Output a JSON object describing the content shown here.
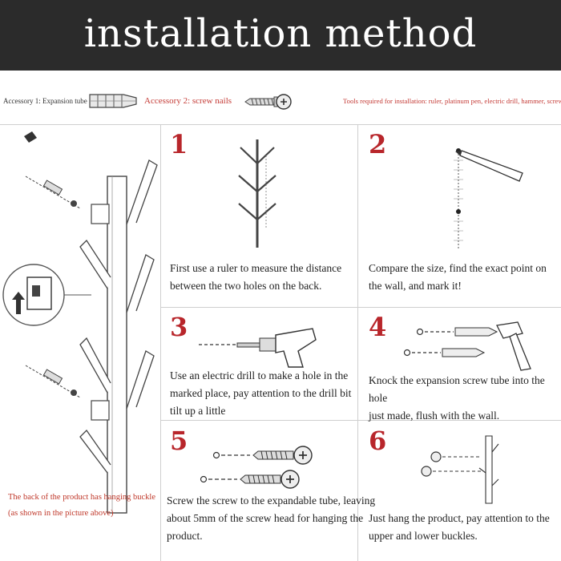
{
  "header": {
    "title": "installation method"
  },
  "accessories": {
    "acc1_label": "Accessory 1: Expansion tube",
    "acc2_label": "Accessory 2: screw nails",
    "tools_label": "Tools required for installation: ruler, platinum pen, electric drill, hammer, screwdriver."
  },
  "product": {
    "note_line1": "The back of the product has hanging buckle",
    "note_line2": "(as shown in the picture above)"
  },
  "steps": [
    {
      "number": "1",
      "lines": [
        "First use a ruler to measure the distance",
        "between the two holes on the back."
      ]
    },
    {
      "number": "2",
      "lines": [
        "Compare the size, find the exact point on",
        "the wall, and mark it!"
      ]
    },
    {
      "number": "3",
      "lines": [
        "Use an electric drill to make a hole in the",
        "marked place, pay attention to the drill bit",
        "tilt up a little"
      ]
    },
    {
      "number": "4",
      "lines": [
        "Knock the expansion screw tube into the hole",
        "just made, flush with the wall."
      ]
    },
    {
      "number": "5",
      "lines": [
        "Screw the screw to the expandable tube, leaving",
        "about 5mm of the screw head for hanging the",
        "product."
      ]
    },
    {
      "number": "6",
      "lines": [
        "Just hang the product, pay attention to the",
        "upper and lower buckles."
      ]
    }
  ],
  "colors": {
    "header_bg": "#2b2b2b",
    "step_red": "#b8262b",
    "note_red": "#c0392b"
  }
}
